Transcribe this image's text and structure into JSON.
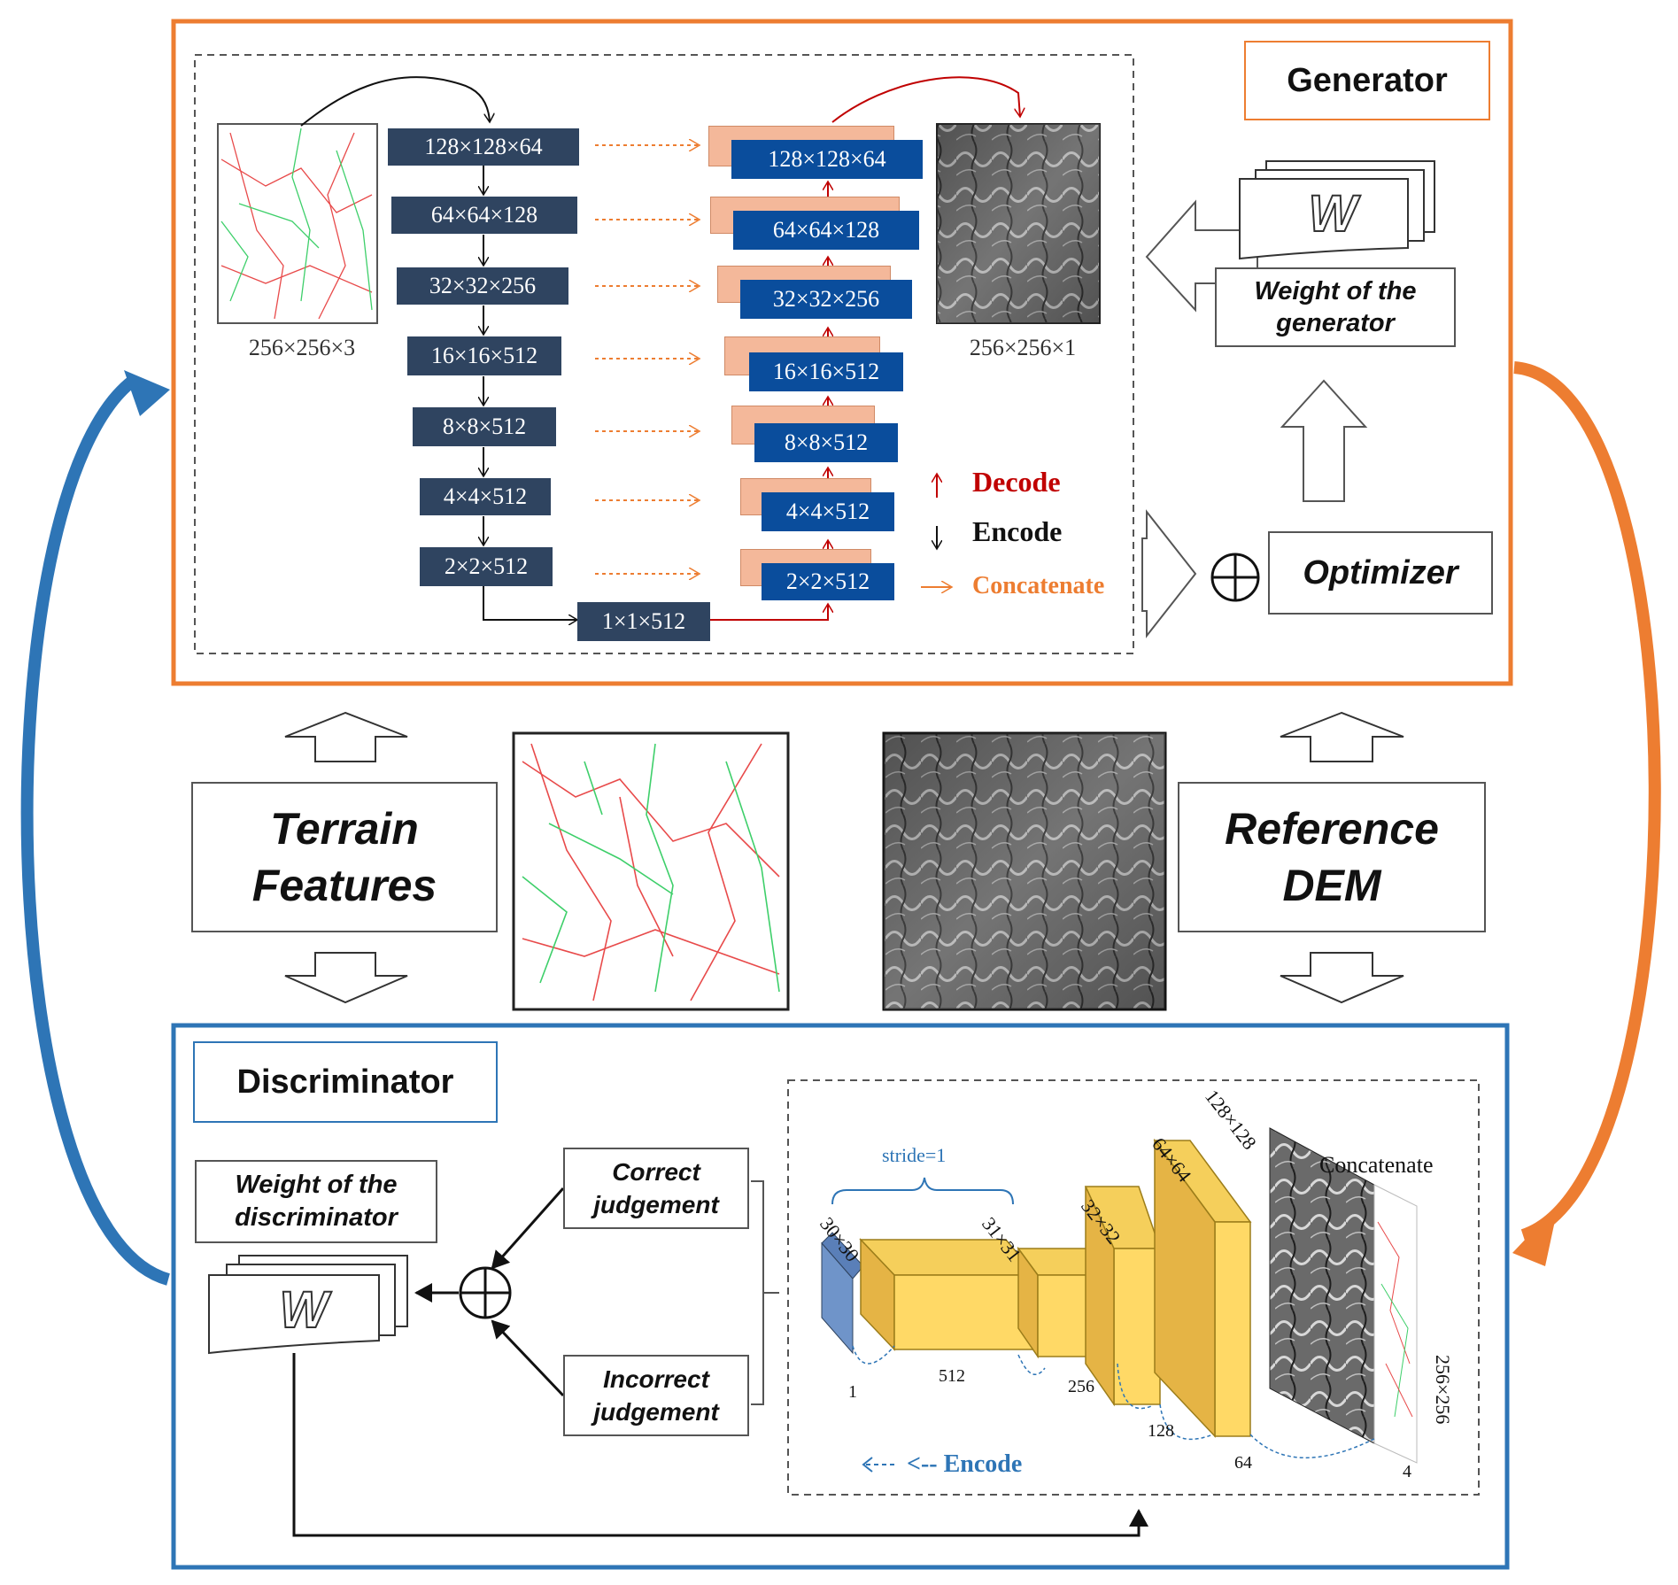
{
  "colors": {
    "generator_border": "#ed7d31",
    "discriminator_border": "#2e75b6",
    "encoder_block": "#2f4460",
    "decoder_block": "#0a4d9c",
    "skip_block": "#f4b89a",
    "decode_label": "#c00000",
    "concatenate_label": "#ed7d31",
    "stride_label": "#2e75b6",
    "feature_line_red": "#e84a4a",
    "feature_line_green": "#3ecf6a",
    "yellow_block": "#ffd966"
  },
  "generator": {
    "title": "Generator",
    "input_size": "256×256×3",
    "output_size": "256×256×1",
    "encoder": [
      "128×128×64",
      "64×64×128",
      "32×32×256",
      "16×16×512",
      "8×8×512",
      "4×4×512",
      "2×2×512"
    ],
    "bottleneck": "1×1×512",
    "decoder": [
      "128×128×64",
      "64×64×128",
      "32×32×256",
      "16×16×512",
      "8×8×512",
      "4×4×512",
      "2×2×512"
    ],
    "legend": {
      "decode": "Decode",
      "encode": "Encode",
      "concatenate": "Concatenate"
    },
    "weight_symbol": "W",
    "weight_label": "Weight of the generator",
    "optimizer_label": "Optimizer"
  },
  "middle": {
    "terrain_label": "Terrain Features",
    "reference_label": "Reference DEM"
  },
  "discriminator": {
    "title": "Discriminator",
    "weight_label": "Weight of the discriminator",
    "weight_symbol": "W",
    "correct_label": "Correct judgement",
    "incorrect_label": "Incorrect judgement",
    "stride_label": "stride=1",
    "concatenate_label": "Concatenate",
    "encode_label": "Encode",
    "layer_sizes": [
      "30×30",
      "31×31",
      "32×32",
      "64×64",
      "128×128"
    ],
    "input_size": "256×256",
    "channels": [
      "1",
      "512",
      "256",
      "128",
      "64",
      "4"
    ]
  }
}
